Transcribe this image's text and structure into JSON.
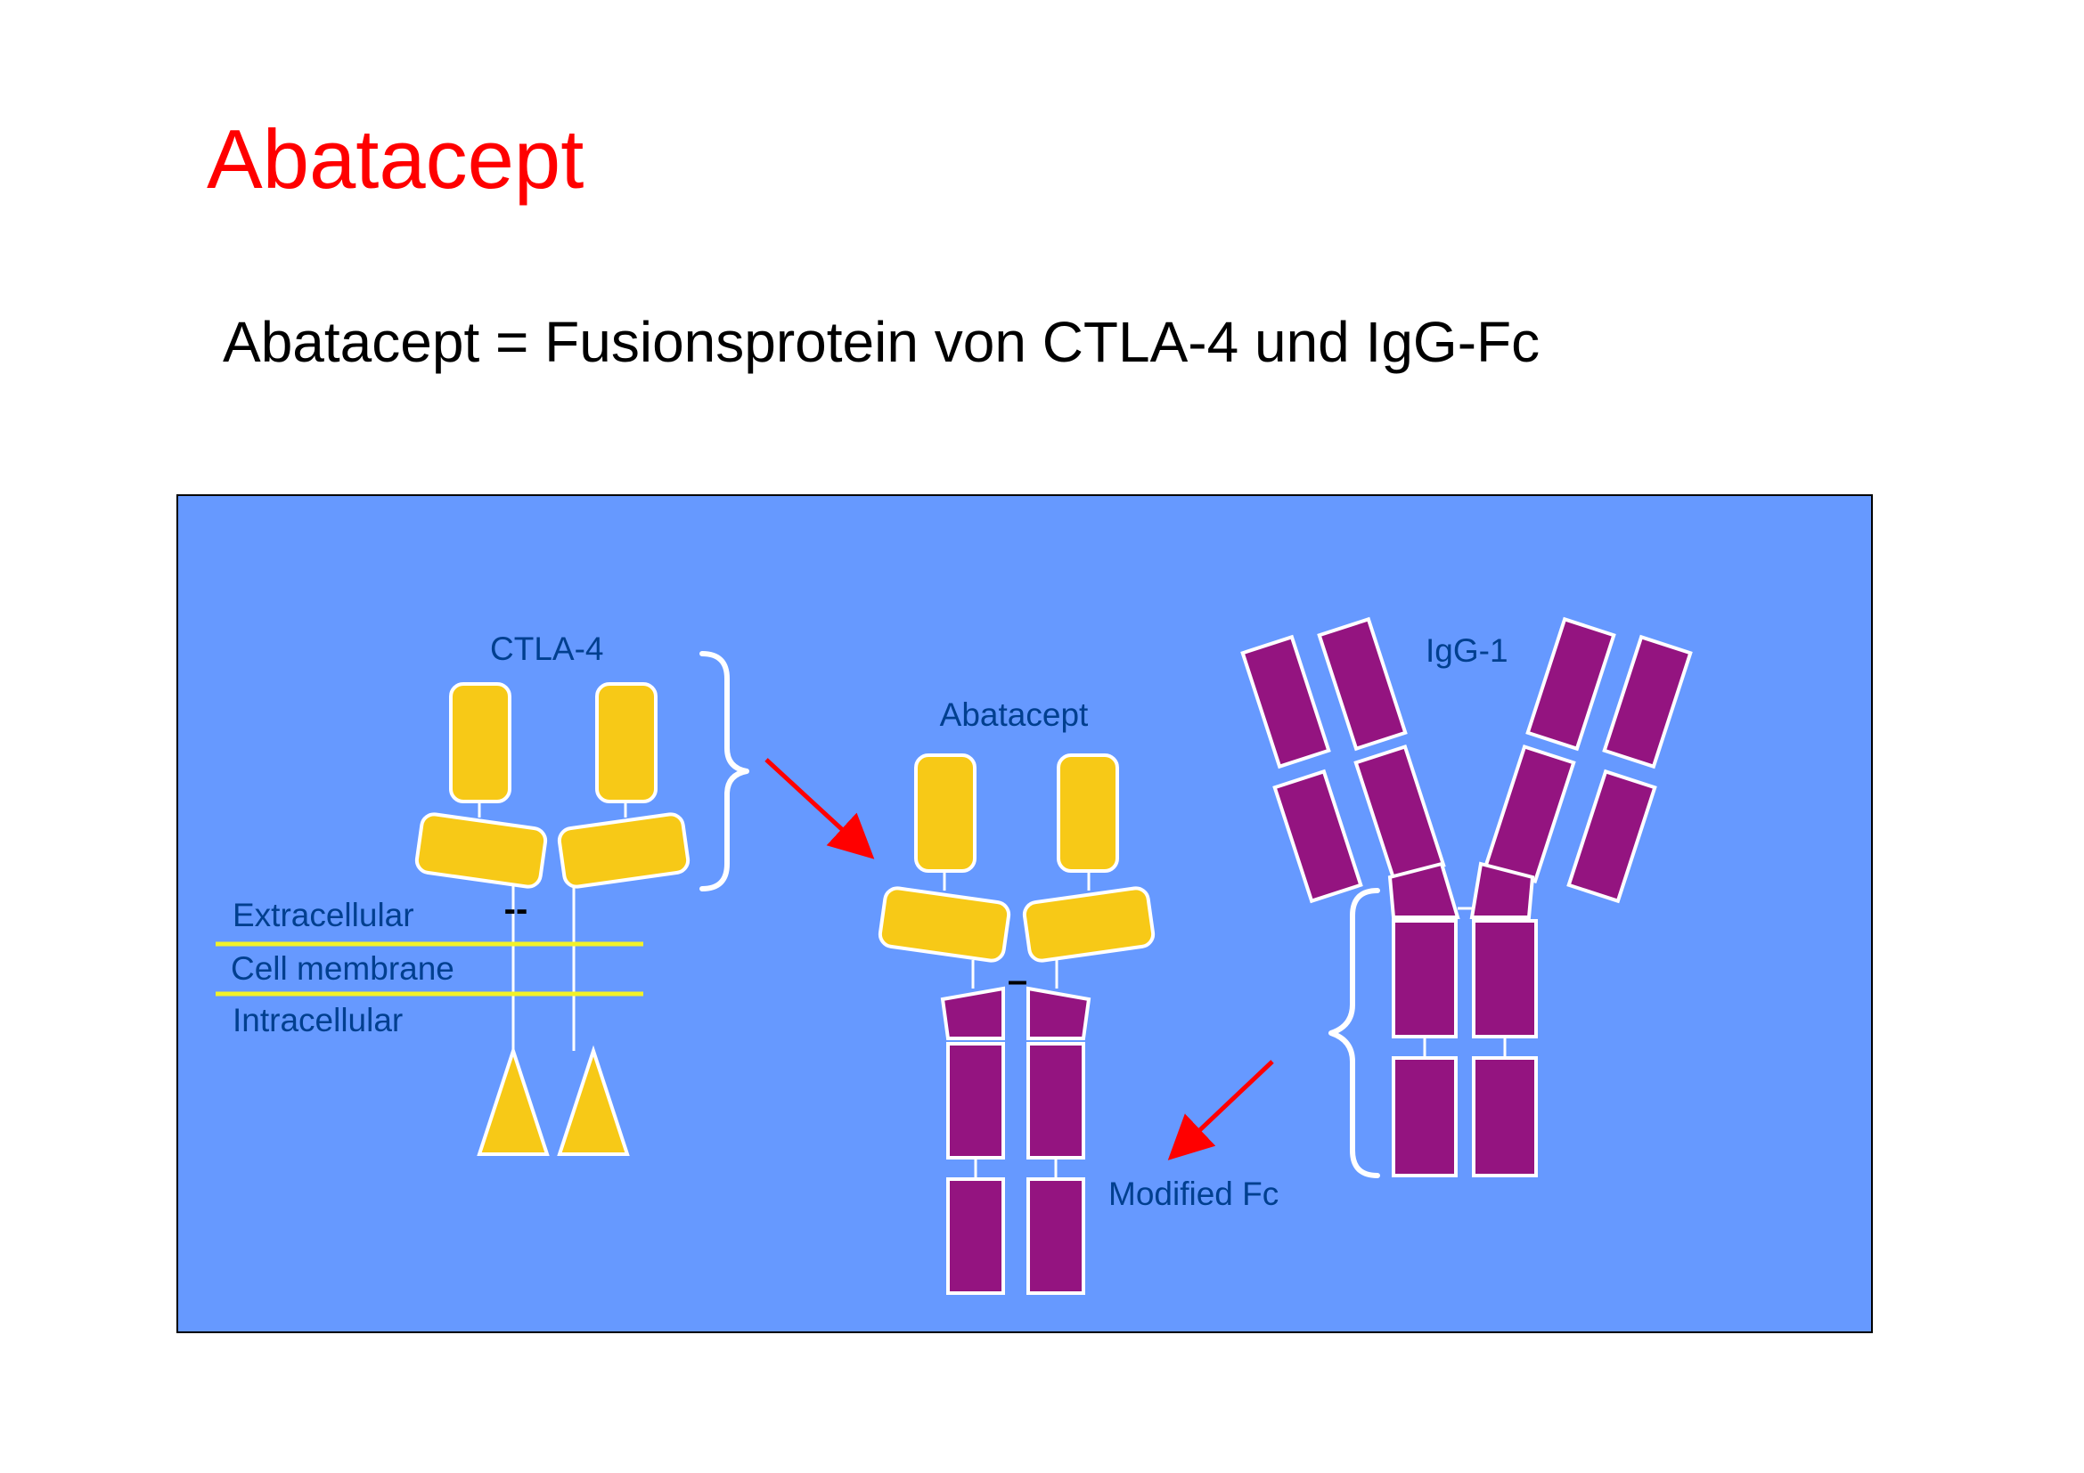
{
  "slide": {
    "title": "Abatacept",
    "subtitle": "Abatacept = Fusionsprotein von CTLA-4 und IgG-Fc"
  },
  "figure": {
    "labels": {
      "ctla4": "CTLA-4",
      "abatacept": "Abatacept",
      "igg1": "IgG-1",
      "extracellular": "Extracellular",
      "cell_membrane": "Cell membrane",
      "intracellular": "Intracellular",
      "modified_fc": "Modified Fc",
      "ctla4_disulfide": "--",
      "abatacept_disulfide": "–"
    }
  },
  "colors": {
    "title": "#FF0000",
    "subtitle": "#000000",
    "panel_background": "#6699FF",
    "label_text": "#003F8F",
    "ctla4_domain": "#F7C917",
    "fc_domain": "#941480",
    "outline": "#FFFFFF",
    "membrane_line": "#F2F227",
    "arrow": "#FF0000"
  },
  "icons": {
    "arrow_to_abatacept": "red-arrow-icon",
    "arrow_to_modified_fc": "red-arrow-icon",
    "ctla4_brace": "curly-brace-icon",
    "fc_brace": "curly-brace-icon"
  }
}
